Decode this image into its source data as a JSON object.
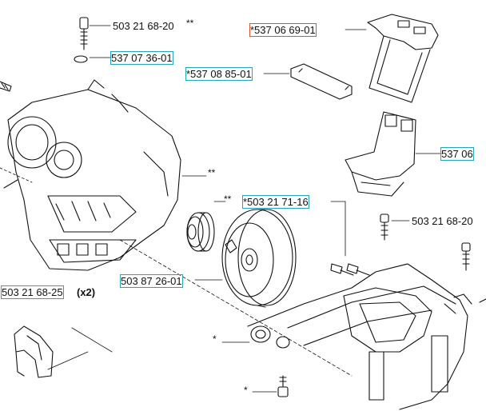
{
  "labels": {
    "screw_top": "503 21 68-20",
    "screw_top_mark": "**",
    "clip": "537 07 36-01",
    "bracket_red": "*537 06 69-01",
    "strip": "*537 08 85-01",
    "guard_right": "537 06",
    "nut_right": "*503 21 71-16",
    "screw_right": "503 21 68-20",
    "screw_left": "503 21 68-25",
    "screw_left_qty": "(x2)",
    "clutch_drum": "503 87 26-01",
    "housing_mark": "**",
    "bearing_mark": "**",
    "mark_a": "*",
    "mark_b": "*"
  },
  "colors": {
    "highlight_teal": "#2aa3b8",
    "highlight_red": "#e0542a"
  }
}
